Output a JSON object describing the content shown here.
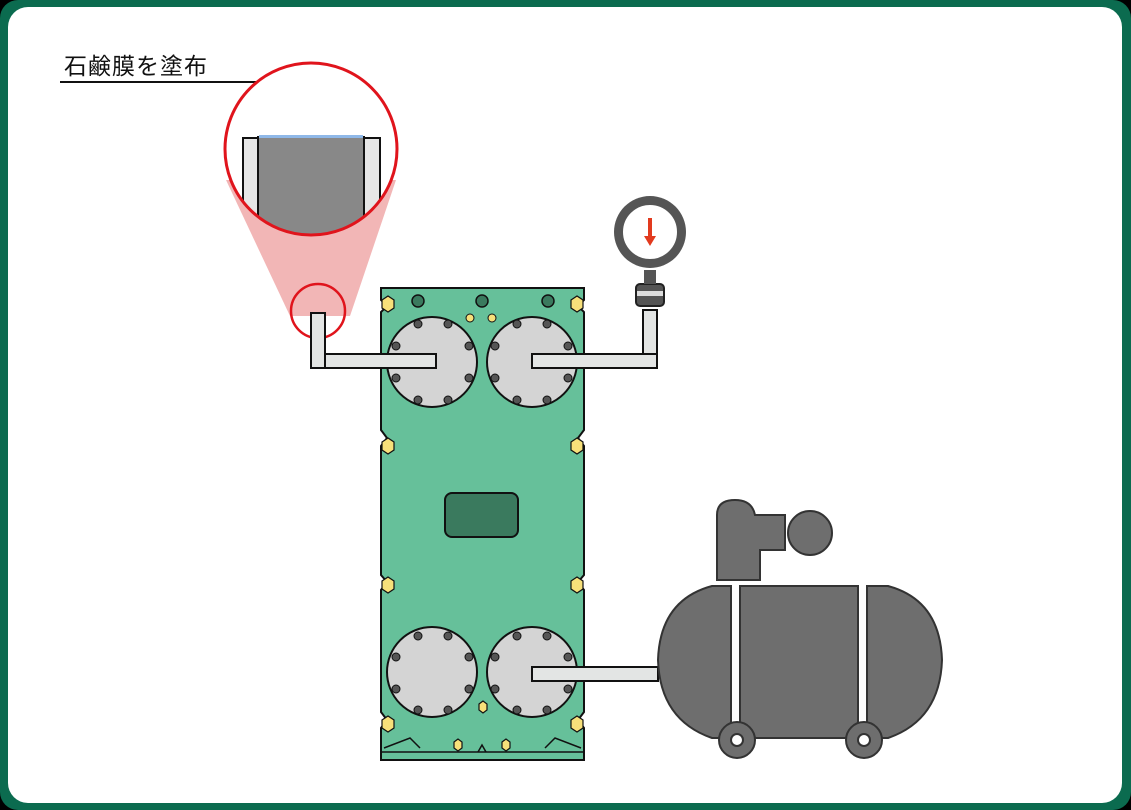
{
  "diagram": {
    "callout_label": "石鹸膜を塗布",
    "components": [
      "soap-film-magnifier",
      "plate-heat-exchanger",
      "pressure-gauge",
      "air-compressor",
      "connection-pipes"
    ],
    "colors": {
      "frame": "#0b6b4f",
      "exchanger_body": "#66c09a",
      "exchanger_window": "#3a7a5e",
      "port_disc": "#d4d4d4",
      "bolt_hex": "#f7e07a",
      "compressor": "#6e6e6e",
      "pipe": "#e3e5e4",
      "magnifier_ring": "#e0141c",
      "magnifier_cone": "#f2b6b6",
      "soap_film": "#8fb8e8",
      "gauge_needle": "#e23a1e"
    }
  }
}
